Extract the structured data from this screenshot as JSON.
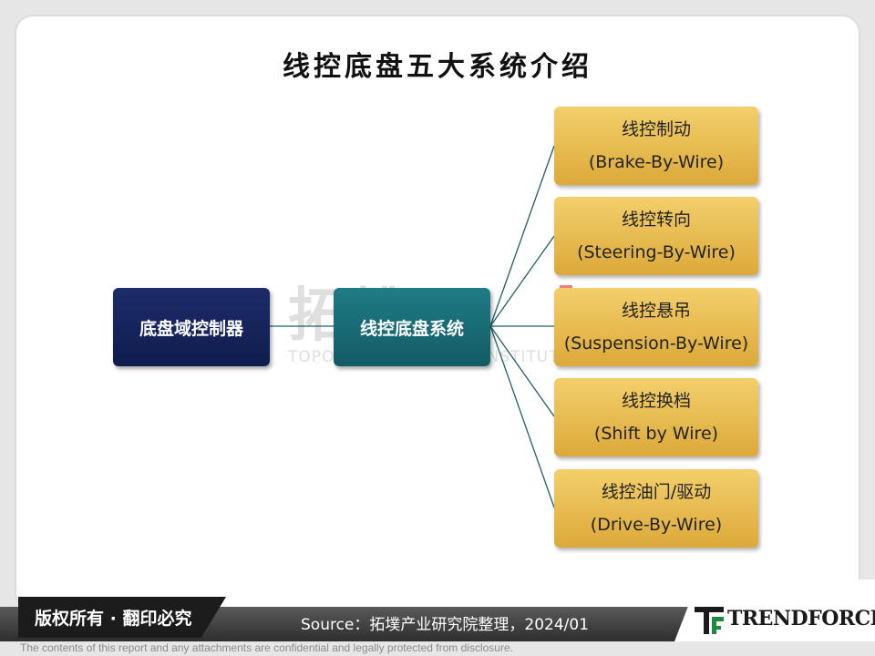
{
  "title": "线控底盘五大系统介绍",
  "watermark": {
    "cn": "拓墣",
    "en": "TOPOLOGY RESEARCH INSTITUTE"
  },
  "diagram": {
    "root": "底盘域控制器",
    "hub": "线控底盘系统",
    "leaves": [
      {
        "cn": "线控制动",
        "en": "(Brake-By-Wire)"
      },
      {
        "cn": "线控转向",
        "en": "(Steering-By-Wire)"
      },
      {
        "cn": "线控悬吊",
        "en": "(Suspension-By-Wire)"
      },
      {
        "cn": "线控换档",
        "en": "(Shift by Wire)"
      },
      {
        "cn": "线控油门/驱动",
        "en": "(Drive-By-Wire)"
      }
    ]
  },
  "footer": {
    "copyright": "版权所有 · 翻印必究",
    "source": "Source：拓墣产业研究院整理，2024/01",
    "brand": "TRENDFORCE",
    "disclaimer": "The contents of this report and any attachments are confidential and legally protected from disclosure."
  },
  "colors": {
    "root": "#1c2c69",
    "hub": "#1f7c86",
    "leaf": "#f3cf6b",
    "connector": "#1f5f66",
    "logo_green": "#1a8a3c"
  }
}
